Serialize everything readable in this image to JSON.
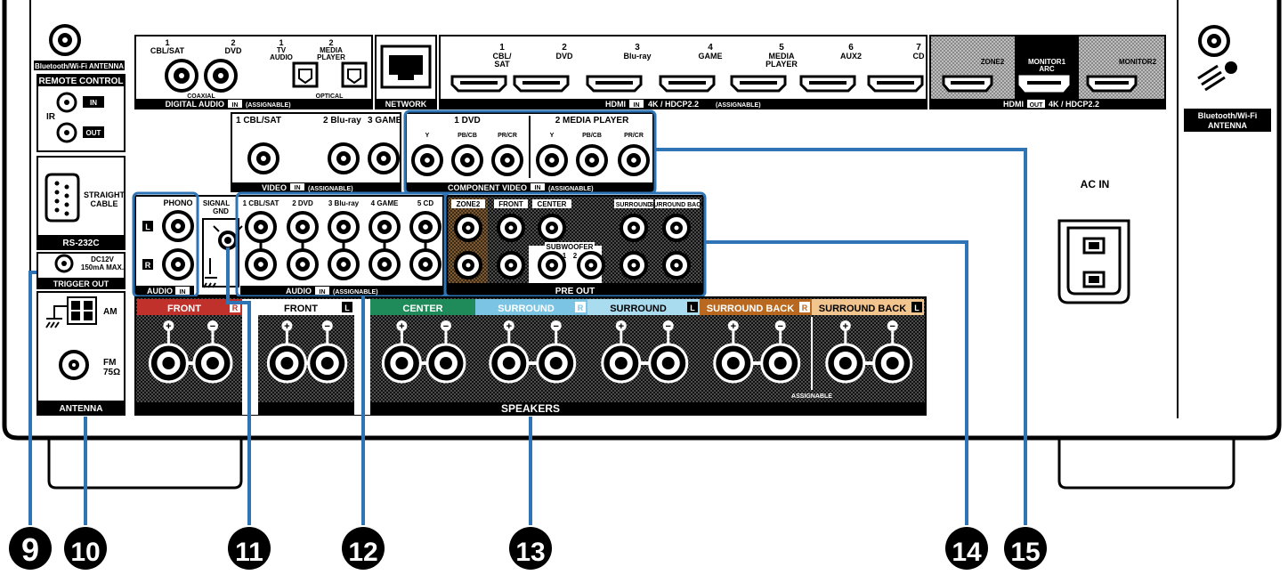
{
  "colors": {
    "callout_line": "#2f74b5",
    "front_r": "#c0312b",
    "center": "#1f8a5a",
    "surround_r": "#7cc4e4",
    "surround_l": "#aadcf0",
    "surround_back_r": "#b9691f",
    "surround_back_l": "#f2c58e",
    "highlight_box": "#2f74b5"
  },
  "bt_antenna_left": "Bluetooth/Wi-Fi ANTENNA",
  "remote": {
    "title": "REMOTE CONTROL",
    "ir": "IR",
    "in": "IN",
    "out": "OUT"
  },
  "rs232": {
    "straight": "STRAIGHT",
    "cable": "CABLE",
    "label": "RS-232C"
  },
  "trigger": {
    "spec1": "DC12V",
    "spec2": "150mA MAX.",
    "label": "TRIGGER OUT"
  },
  "antenna": {
    "am": "AM",
    "fm": "FM",
    "fm_ohm": "75Ω",
    "label": "ANTENNA"
  },
  "digital_audio": {
    "cbl_num": "1",
    "cbl": "CBL/SAT",
    "dvd_num": "2",
    "dvd": "DVD",
    "tv_num": "1",
    "tv1": "TV",
    "tv2": "AUDIO",
    "mp_num": "2",
    "mp1": "MEDIA",
    "mp2": "PLAYER",
    "coaxial": "COAXIAL",
    "optical": "OPTICAL",
    "label_pre": "DIGITAL AUDIO",
    "in": "IN",
    "label_post": "(ASSIGNABLE)"
  },
  "network": "NETWORK",
  "hdmi_in": {
    "inputs": [
      {
        "num": "1",
        "l1": "CBL/",
        "l2": "SAT",
        "l3": ""
      },
      {
        "num": "2",
        "l1": "DVD",
        "l2": "",
        "l3": ""
      },
      {
        "num": "3",
        "l1": "Blu-ray",
        "l2": "",
        "l3": ""
      },
      {
        "num": "4",
        "l1": "GAME",
        "l2": "",
        "l3": ""
      },
      {
        "num": "5",
        "l1": "MEDIA",
        "l2": "PLAYER",
        "l3": ""
      },
      {
        "num": "6",
        "l1": "AUX2",
        "l2": "",
        "l3": ""
      },
      {
        "num": "7",
        "l1": "CD",
        "l2": "",
        "l3": ""
      }
    ],
    "label_pre": "HDMI",
    "in": "IN",
    "label_post": "4K / HDCP2.2",
    "assignable": "(ASSIGNABLE)"
  },
  "hdmi_out": {
    "zone2": "ZONE2",
    "monitor1": "MONITOR1",
    "arc": "ARC",
    "monitor2": "MONITOR2",
    "label_pre": "HDMI",
    "out": "OUT",
    "label_post": "4K / HDCP2.2"
  },
  "bt_antenna_right": {
    "l1": "Bluetooth/Wi-Fi",
    "l2": "ANTENNA"
  },
  "video": {
    "cbl": "1 CBL/SAT",
    "bluray": "2 Blu-ray",
    "game": "3 GAME",
    "label_pre": "VIDEO",
    "in": "IN",
    "label_post": "(ASSIGNABLE)"
  },
  "component": {
    "dvd": "1 DVD",
    "mp": "2 MEDIA PLAYER",
    "y": "Y",
    "pb": "PB/CB",
    "pr": "PR/CR",
    "label_pre": "COMPONENT VIDEO",
    "in": "IN",
    "label_post": "(ASSIGNABLE)"
  },
  "audio_in": {
    "phono": "PHONO",
    "l": "L",
    "r": "R",
    "signal": "SIGNAL",
    "gnd": "GND",
    "cbl": "1 CBL/SAT",
    "dvd": "2 DVD",
    "bluray": "3 Blu-ray",
    "game": "4 GAME",
    "cd": "5 CD",
    "audio_label": "AUDIO",
    "in": "IN",
    "assignable": "(ASSIGNABLE)"
  },
  "pre_out": {
    "zone2": "ZONE2",
    "front": "FRONT",
    "center": "CENTER",
    "surround": "SURROUND",
    "surround_back": "SURROUND BACK",
    "subwoofer": "SUBWOOFER",
    "sub1": "1",
    "sub2": "2",
    "label": "PRE OUT"
  },
  "ac_in": "AC IN",
  "speakers": {
    "front_r": "FRONT",
    "front_l": "FRONT",
    "center": "CENTER",
    "surround_r": "SURROUND",
    "surround_l": "SURROUND",
    "surround_back_r": "SURROUND BACK",
    "surround_back_l": "SURROUND BACK",
    "r": "R",
    "l": "L",
    "plus": "+",
    "minus": "−",
    "assignable": "ASSIGNABLE",
    "label": "SPEAKERS"
  },
  "callouts": [
    "9",
    "10",
    "11",
    "12",
    "13",
    "14",
    "15"
  ]
}
